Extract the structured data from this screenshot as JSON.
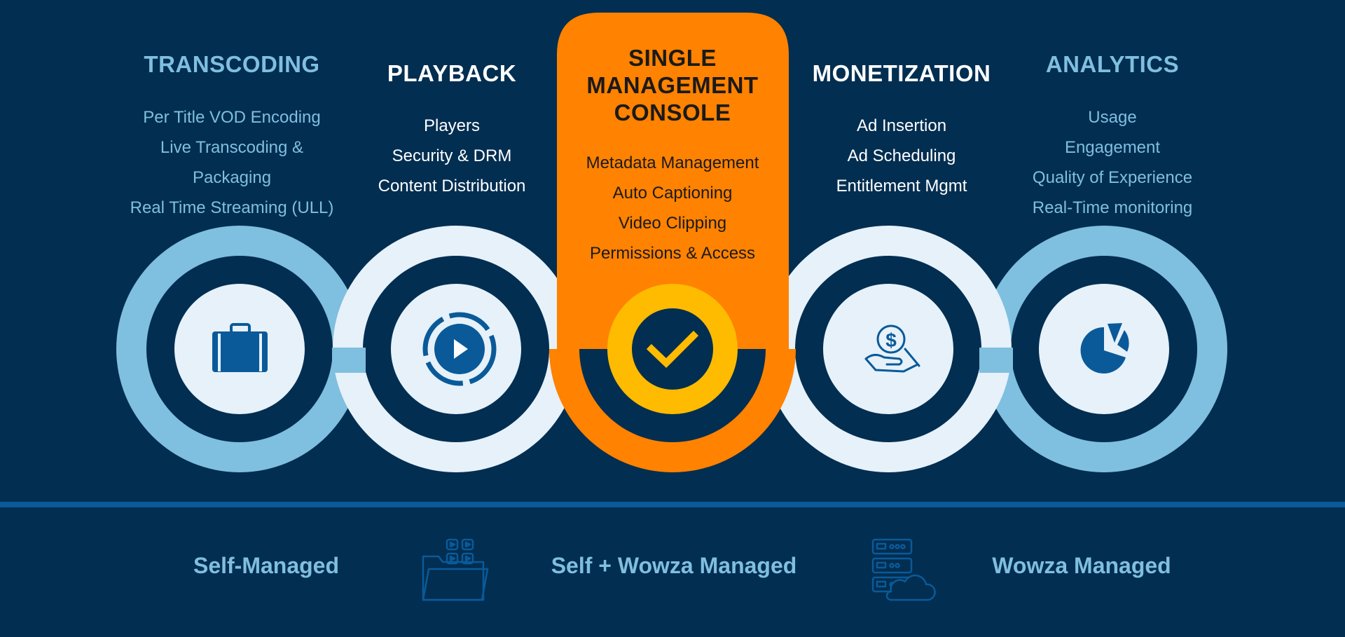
{
  "colors": {
    "background": "#022e51",
    "light_blue": "#7fbfdf",
    "pale": "#e6f1f9",
    "dark_navy": "#022e51",
    "orange": "#ff8200",
    "yellow": "#ffbb00",
    "icon_blue": "#0a5a99"
  },
  "columns": [
    {
      "title": "TRANSCODING",
      "items": [
        "Per Title VOD Encoding",
        "Live Transcoding &",
        "Packaging",
        "Real Time Streaming (ULL)"
      ],
      "icon": "briefcase-icon"
    },
    {
      "title": "PLAYBACK",
      "items": [
        "Players",
        "Security & DRM",
        "Content Distribution"
      ],
      "icon": "play-circle-icon"
    },
    {
      "title_lines": [
        "SINGLE",
        "MANAGEMENT",
        "CONSOLE"
      ],
      "items": [
        "Metadata Management",
        "Auto Captioning",
        "Video Clipping",
        "Permissions & Access"
      ],
      "icon": "checkmark-icon"
    },
    {
      "title": "MONETIZATION",
      "items": [
        "Ad Insertion",
        "Ad Scheduling",
        "Entitlement Mgmt"
      ],
      "icon": "money-hand-icon"
    },
    {
      "title": "ANALYTICS",
      "items": [
        "Usage",
        "Engagement",
        "Quality of Experience",
        "Real-Time monitoring"
      ],
      "icon": "pie-chart-icon"
    }
  ],
  "footer": {
    "options": [
      {
        "label": "Self-Managed"
      },
      {
        "label": "Self + Wowza Managed",
        "icon": "media-folder-icon"
      },
      {
        "label": "Wowza Managed",
        "icon": "server-cloud-icon"
      }
    ]
  }
}
